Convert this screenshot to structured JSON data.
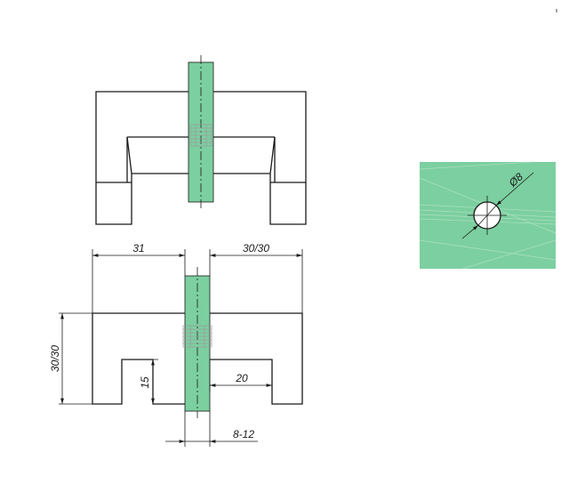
{
  "dimensions": {
    "width_label": "31",
    "width_right_label": "30/30",
    "height_label": "30/30",
    "inner_depth_label": "15",
    "inner_width_label": "20",
    "glass_thickness_label": "8-12",
    "hole_diameter_label": "Ø8"
  },
  "colors": {
    "glass": "#7ccfa0",
    "line": "#1a1a1a"
  }
}
